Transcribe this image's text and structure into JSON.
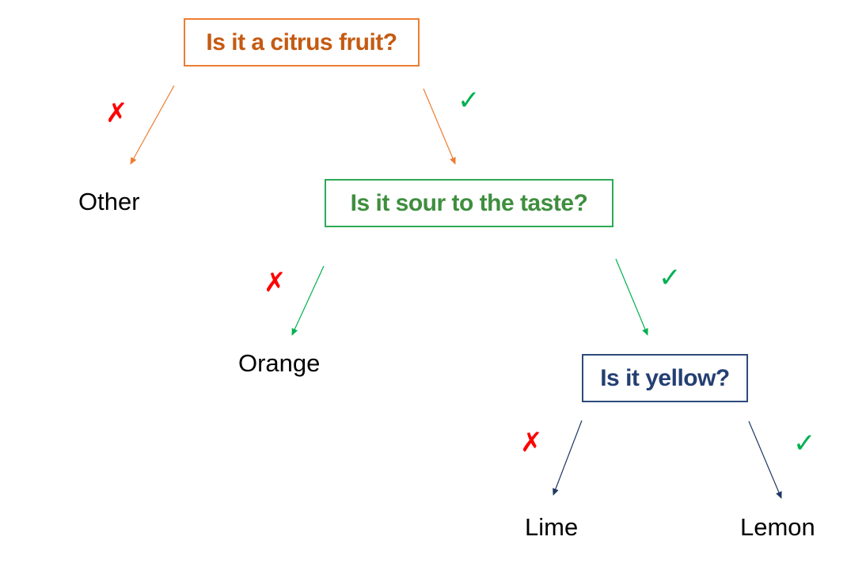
{
  "colors": {
    "root": "#C55A11",
    "root_border": "#ED7D31",
    "middle": "#3E8E3E",
    "middle_border": "#2EAA55",
    "bottom": "#243F73",
    "bottom_border": "#2E4A7D",
    "no": "#FF0000",
    "yes": "#00B050",
    "leaf": "#000000"
  },
  "nodes": {
    "root": {
      "label": "Is it a citrus fruit?"
    },
    "sour": {
      "label": "Is it sour to the taste?"
    },
    "yellow": {
      "label": "Is it yellow?"
    }
  },
  "leaves": {
    "other": "Other",
    "orange": "Orange",
    "lime": "Lime",
    "lemon": "Lemon"
  },
  "marks": {
    "no": "✗",
    "yes": "✓"
  },
  "edges": [
    {
      "from": "root",
      "to": "other",
      "answer": "no",
      "color": "#ED7D31"
    },
    {
      "from": "root",
      "to": "sour",
      "answer": "yes",
      "color": "#ED7D31"
    },
    {
      "from": "sour",
      "to": "orange",
      "answer": "no",
      "color": "#00B050"
    },
    {
      "from": "sour",
      "to": "yellow",
      "answer": "yes",
      "color": "#00B050"
    },
    {
      "from": "yellow",
      "to": "lime",
      "answer": "no",
      "color": "#1F3864"
    },
    {
      "from": "yellow",
      "to": "lemon",
      "answer": "yes",
      "color": "#1F3864"
    }
  ]
}
